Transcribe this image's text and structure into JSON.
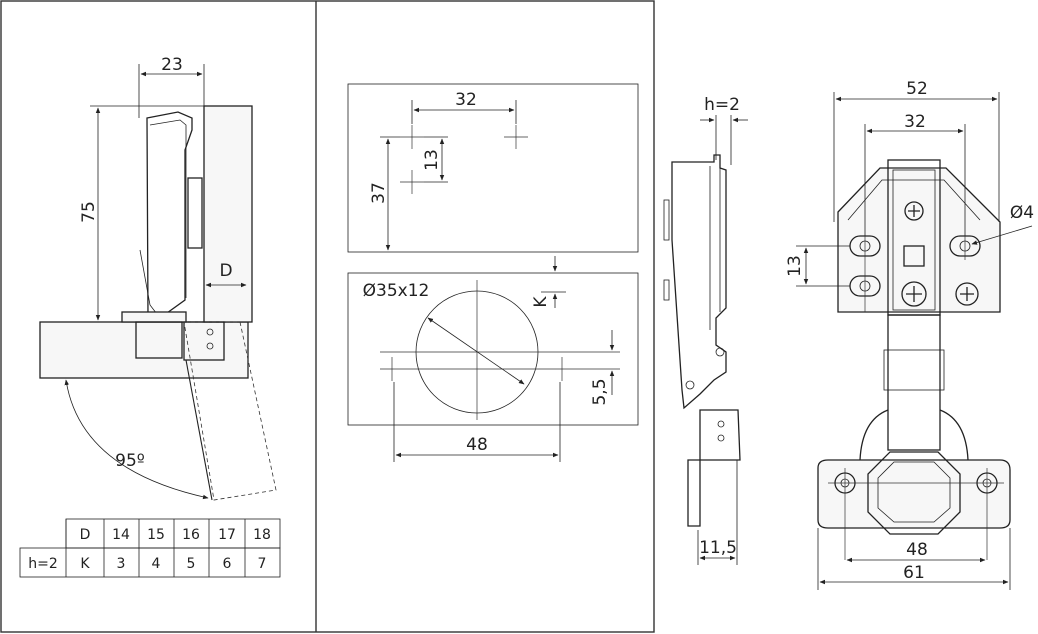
{
  "left_view": {
    "width_dim": "23",
    "height_dim": "75",
    "overlay_label": "D",
    "angle_label": "95º"
  },
  "table": {
    "row_head_d": "D",
    "row_head_k": "K",
    "h_label": "h=2",
    "d_values": [
      "14",
      "15",
      "16",
      "17",
      "18"
    ],
    "k_values": [
      "3",
      "4",
      "5",
      "6",
      "7"
    ]
  },
  "drilling": {
    "top_spacing": "32",
    "vertical_spacing": "13",
    "height_37": "37",
    "cup_label": "Ø35x12",
    "k_label": "K",
    "offset_5_5": "5,5",
    "width_48": "48"
  },
  "side_view": {
    "h_label": "h=2",
    "depth_dim": "11,5"
  },
  "front_view": {
    "width_52": "52",
    "spacing_32": "32",
    "hole_dia": "Ø4",
    "spacing_13": "13",
    "width_48": "48",
    "width_61": "61"
  }
}
